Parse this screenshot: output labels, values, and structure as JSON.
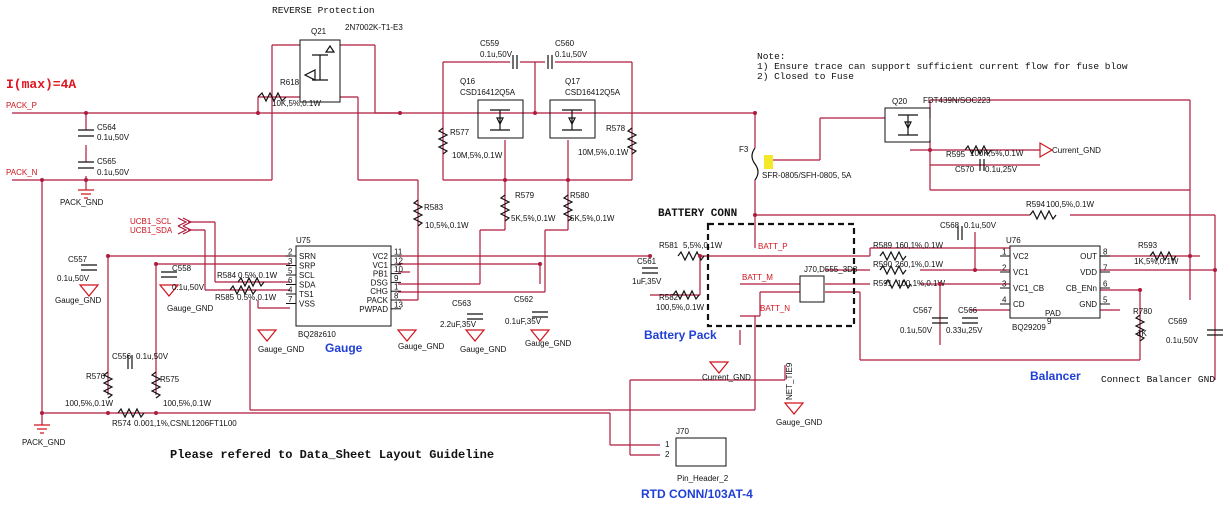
{
  "header": {
    "reverse_label": "REVERSE   Protection",
    "imax": "I(max)=4A",
    "battery_conn": "BATTERY  CONN",
    "guideline": "Please  refered  to  Data_Sheet  Layout  Guideline"
  },
  "note": {
    "title": "Note:",
    "line1": "1)  Ensure  trace  can  support  sufficient  current  flow  for  fuse  blow",
    "line2": "2)  Closed  to  Fuse"
  },
  "nets": {
    "pack_p": "PACK_P",
    "pack_n": "PACK_N",
    "pack_gnd_1": "PACK_GND",
    "pack_gnd_2": "PACK_GND",
    "scl": "UCB1_SCL",
    "sda": "UCB1_SDA",
    "batt_p": "BATT_P",
    "batt_m": "BATT_M",
    "batt_n": "BATT_N",
    "current_gnd_1": "Current_GND",
    "current_gnd_2": "Current_GND",
    "gauge_gnd": "Gauge_GND",
    "net_tie": "NET_TIE9",
    "connect_balancer": "Connect  Balancer  GND"
  },
  "components": {
    "q21": {
      "ref": "Q21",
      "part": "2N7002K-T1-E3"
    },
    "r618": {
      "ref": "R618",
      "val": "10K,5%,0.1W"
    },
    "c564": {
      "ref": "C564",
      "val": "0.1u,50V"
    },
    "c565": {
      "ref": "C565",
      "val": "0.1u,50V"
    },
    "c559": {
      "ref": "C559",
      "val": "0.1u,50V"
    },
    "c560": {
      "ref": "C560",
      "val": "0.1u,50V"
    },
    "q16": {
      "ref": "Q16",
      "part": "CSD16412Q5A"
    },
    "q17": {
      "ref": "Q17",
      "part": "CSD16412Q5A"
    },
    "r577": {
      "ref": "R577",
      "val": "10M,5%,0.1W"
    },
    "r578": {
      "ref": "R578",
      "val": "10M,5%,0.1W"
    },
    "r579": {
      "ref": "R579",
      "val": "5K,5%,0.1W"
    },
    "r580": {
      "ref": "R580",
      "val": "5K,5%,0.1W"
    },
    "r583": {
      "ref": "R583",
      "val": "10,5%,0.1W"
    },
    "f3": {
      "ref": "F3",
      "part": "SFR-0805/SFH-0805, 5A"
    },
    "q20": {
      "ref": "Q20",
      "part": "FDT439N/SOC223"
    },
    "r595": {
      "ref": "R595",
      "val": "100K,5%,0.1W"
    },
    "c570": {
      "ref": "C570",
      "val": "0.1u,25V"
    },
    "r594": {
      "ref": "R594",
      "val": "100,5%,0.1W"
    },
    "c557": {
      "ref": "C557",
      "val": "0.1u,50V"
    },
    "c558": {
      "ref": "C558",
      "val": "0.1u,50V"
    },
    "r584": {
      "ref": "R584",
      "val": "0.5%,0.1W"
    },
    "r585": {
      "ref": "R585",
      "val": "0.5%,0.1W"
    },
    "c563": {
      "ref": "C563",
      "val": "2.2uF,35V"
    },
    "c562": {
      "ref": "C562",
      "val": "0.1uF,35V"
    },
    "r581": {
      "ref": "R581",
      "val": "5,5%,0.1W"
    },
    "c561": {
      "ref": "C561",
      "val": "1uF,35V"
    },
    "r582": {
      "ref": "R582",
      "val": "100,5%,0.1W"
    },
    "j70_conn": {
      "ref": "J70,D555_3D8"
    },
    "c568": {
      "ref": "C568",
      "val": "0.1u,50V"
    },
    "r589": {
      "ref": "R589",
      "val": "160,1%,0.1W"
    },
    "r590": {
      "ref": "R590",
      "val": "260,1%,0.1W"
    },
    "r591": {
      "ref": "R591",
      "val": "100,1%,0.1W"
    },
    "c567": {
      "ref": "C567",
      "val": "0.1u,50V"
    },
    "c566": {
      "ref": "C566",
      "val": "0.33u,25V"
    },
    "r593": {
      "ref": "R593",
      "val": "1K,5%,0.1W"
    },
    "r780": {
      "ref": "R780",
      "val": "1K"
    },
    "c569": {
      "ref": "C569",
      "val": "0.1u,50V"
    },
    "c556": {
      "ref": "C556",
      "val": "0.1u,50V"
    },
    "r576": {
      "ref": "R576",
      "val": "100,5%,0.1W"
    },
    "r575": {
      "ref": "R575",
      "val": "100,5%,0.1W"
    },
    "r574": {
      "ref": "R574",
      "val": "0.001,1%,CSNL1206FT1L00"
    },
    "j70_header": {
      "ref": "J70",
      "part": "Pin_Header_2",
      "pin1": "1",
      "pin2": "2"
    }
  },
  "u75": {
    "ref": "U75",
    "part": "BQ28z610",
    "title": "Gauge",
    "left_pins": [
      {
        "num": "2",
        "name": "SRN"
      },
      {
        "num": "3",
        "name": "SRP"
      },
      {
        "num": "5",
        "name": "SCL"
      },
      {
        "num": "6",
        "name": "SDA"
      },
      {
        "num": "4",
        "name": "TS1"
      },
      {
        "num": "7",
        "name": "VSS"
      }
    ],
    "right_pins": [
      {
        "num": "11",
        "name": "VC2"
      },
      {
        "num": "12",
        "name": "VC1"
      },
      {
        "num": "10",
        "name": "PB1"
      },
      {
        "num": "9",
        "name": "DSG"
      },
      {
        "num": "1",
        "name": "CHG"
      },
      {
        "num": "8",
        "name": "PACK"
      },
      {
        "num": "13",
        "name": "PWPAD"
      }
    ]
  },
  "u76": {
    "ref": "U76",
    "part": "BQ29209",
    "title": "Balancer",
    "left_pins": [
      {
        "num": "1",
        "name": "VC2"
      },
      {
        "num": "2",
        "name": "VC1"
      },
      {
        "num": "3",
        "name": "VC1_CB"
      },
      {
        "num": "4",
        "name": "CD"
      }
    ],
    "right_pins": [
      {
        "num": "8",
        "name": "OUT"
      },
      {
        "num": "7",
        "name": "VDD"
      },
      {
        "num": "6",
        "name": "CB_ENn"
      },
      {
        "num": "5",
        "name": "GND"
      }
    ],
    "pad": "PAD",
    "pad_num": "9"
  },
  "labels": {
    "battery_pack": "Battery  Pack",
    "rtd_conn": "RTD CONN/103AT-4"
  },
  "colors": {
    "wire": "#b01a3c",
    "ground": "#d0141e",
    "title_blue": "#1f3fd6",
    "fuse_highlight": "#f5e82a"
  }
}
